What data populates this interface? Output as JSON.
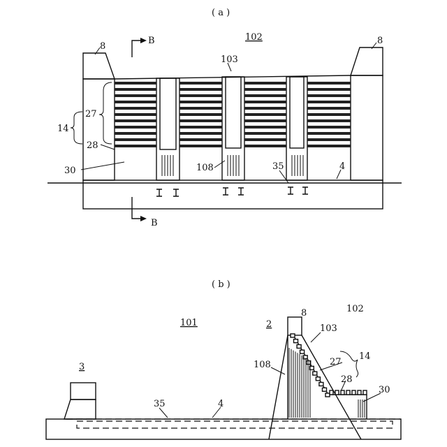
{
  "figure_a": {
    "caption": "( a )",
    "section_mark": "B",
    "labels": {
      "l102": "102",
      "l103": "103",
      "l8": "8",
      "l14": "14",
      "l27": "27",
      "l28": "28",
      "l30": "30",
      "l108": "108",
      "l35": "35",
      "l4": "4"
    }
  },
  "figure_b": {
    "caption": "( b )",
    "labels": {
      "l101": "101",
      "l102": "102",
      "l2": "2",
      "l3": "3",
      "l8": "8",
      "l103": "103",
      "l14": "14",
      "l27": "27",
      "l28": "28",
      "l30": "30",
      "l108": "108",
      "l35": "35",
      "l4": "4"
    }
  }
}
